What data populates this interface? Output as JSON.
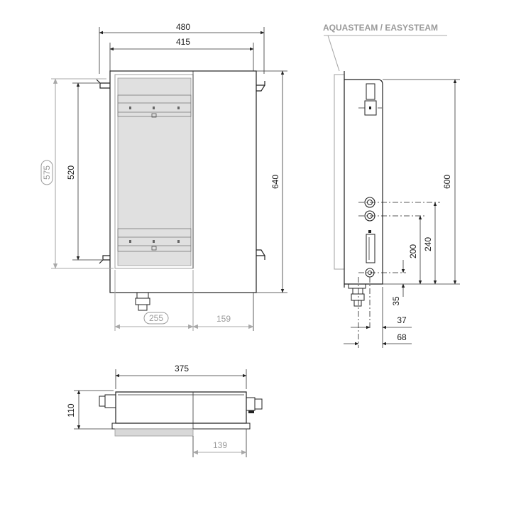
{
  "front_view": {
    "width_overall": "480",
    "width_mounting": "415",
    "height_overall": "640",
    "height_mounting": "520",
    "height_total_circled": "575",
    "offset_left_circled": "255",
    "offset_right": "159"
  },
  "side_view": {
    "title": "AQUASTEAM / EASYSTEAM",
    "height_total": "600",
    "height_inlet_upper": "240",
    "height_inlet_lower": "200",
    "height_drain": "35",
    "depth_37": "37",
    "depth_68": "68"
  },
  "bottom_view": {
    "width": "375",
    "height": "110",
    "offset": "139"
  },
  "colors": {
    "outline": "#222222",
    "gray_callout": "#9a9a9a",
    "panel_fill": "#dddddd"
  }
}
